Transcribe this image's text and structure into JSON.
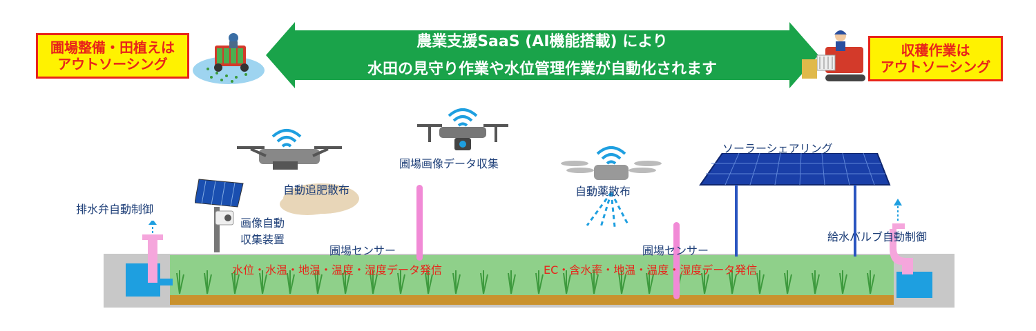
{
  "header": {
    "left_box_lines": [
      "圃場整備・田植えは",
      "アウトソーシング"
    ],
    "right_box_lines": [
      "収穫作業は",
      "アウトソーシング"
    ],
    "banner_lines": [
      "農業支援SaaS (AI機能搭載) により",
      "水田の見守り作業や水位管理作業が自動化されます"
    ]
  },
  "labels": {
    "drain_valve": "排水弁自動制御",
    "image_device_line1": "画像自動",
    "image_device_line2": "収集装置",
    "fertilizer": "自動追肥散布",
    "image_collect": "圃場画像データ収集",
    "pesticide": "自動薬散布",
    "solar_sharing": "ソーラーシェアリング",
    "supply_valve": "給水バルブ自動制御",
    "sensor_left": "圃場センサー",
    "sensor_right": "圃場センサー",
    "sensor_data_left": "水位・水温・地温・温度・湿度データ発信",
    "sensor_data_right": "EC・含水率・地温・温度・湿度データ発信"
  },
  "colors": {
    "banner_green": "#1aa34a",
    "label_blue": "#1e3f78",
    "data_red": "#e8241a",
    "box_yellow": "#fff200",
    "water_blue": "#1e9fe0",
    "valve_pink": "#f5a6dc",
    "soil_brown": "#c9922e",
    "grass_green": "#7cc576"
  },
  "icons": [
    "rice-planter-icon",
    "harvester-icon",
    "drone-icon",
    "wifi-icon",
    "solar-panel-icon",
    "camera-icon"
  ]
}
